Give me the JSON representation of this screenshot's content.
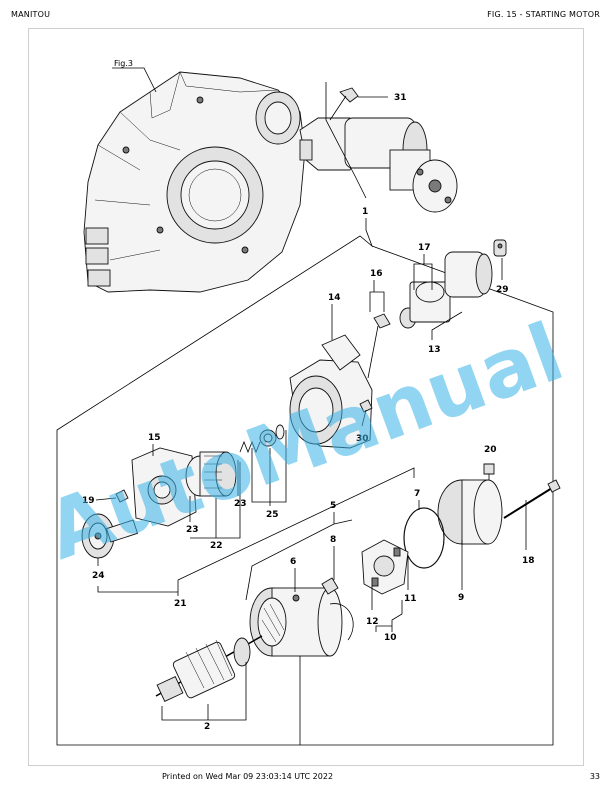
{
  "header": {
    "left": "MANITOU",
    "right": "FIG. 15 - STARTING MOTOR"
  },
  "footer": {
    "printed": "Printed on  Wed Mar 09 23:03:14 UTC 2022",
    "page": "33"
  },
  "watermark": {
    "text": "AutoManual",
    "color": "#38b3e8"
  },
  "diagram": {
    "fig_ref": "Fig.3",
    "callouts": {
      "c1": "1",
      "c2": "2",
      "c5": "5",
      "c6": "6",
      "c7": "7",
      "c8": "8",
      "c9": "9",
      "c10": "10",
      "c11": "11",
      "c12": "12",
      "c13": "13",
      "c14": "14",
      "c15": "15",
      "c16": "16",
      "c17": "17",
      "c18": "18",
      "c19": "19",
      "c20": "20",
      "c21": "21",
      "c22": "22",
      "c23a": "23",
      "c23b": "23",
      "c24": "24",
      "c25": "25",
      "c29": "29",
      "c30": "30",
      "c31": "31"
    }
  }
}
